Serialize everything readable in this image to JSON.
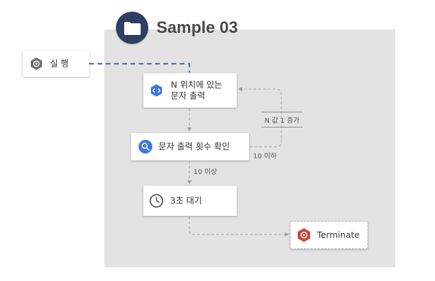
{
  "title": "Sample 03",
  "nodes": {
    "start": {
      "label": "실 행",
      "icon": "run-hexagon-icon"
    },
    "print_char": {
      "label_line1": "N 위치에 있는",
      "label_line2": "문자 출력",
      "icon": "code-hexagon-icon"
    },
    "check_count": {
      "label": "문자 출력 횟수 확인",
      "icon": "search-icon"
    },
    "wait": {
      "label": "3초 대기",
      "icon": "clock-icon"
    },
    "terminate": {
      "label": "Terminate",
      "icon": "terminate-hexagon-icon"
    }
  },
  "edges": {
    "loop_label": "N 값 1 증가",
    "under_10_label": "10 이하",
    "over_10_label": "10 이상"
  },
  "colors": {
    "canvas": "#e3e3e3",
    "header_icon": "#2e3f63",
    "start_connector": "#4a6ea8",
    "blue_icon": "#3b78e7",
    "terminate_icon": "#c44a3a",
    "edge": "#a0a0a0"
  }
}
